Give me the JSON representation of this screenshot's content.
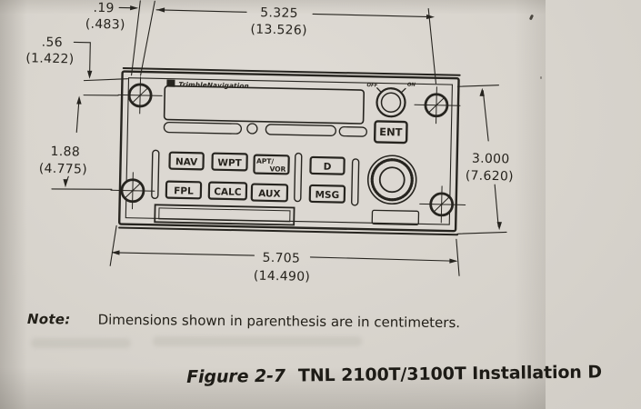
{
  "drawing": {
    "brand": "TrimbleNavigation",
    "power": {
      "off": "OFF",
      "on": "ON"
    },
    "keys": {
      "ent": "ENT",
      "nav": "NAV",
      "wpt": "WPT",
      "apt_top": "APT/",
      "apt_bottom": "VOR",
      "d": "D",
      "fpl": "FPL",
      "calc": "CALC",
      "aux": "AUX",
      "msg": "MSG"
    },
    "dims": {
      "flange_in": ".19",
      "flange_cm": "(.483)",
      "body_width_in": "5.325",
      "body_width_cm": "(13.526)",
      "screw_top_in": ".56",
      "screw_top_cm": "(1.422)",
      "screw_span_in": "1.88",
      "screw_span_cm": "(4.775)",
      "height_in": "3.000",
      "height_cm": "(7.620)",
      "face_width_in": "5.705",
      "face_width_cm": "(14.490)"
    }
  },
  "note": {
    "label": "Note:",
    "text": "Dimensions shown in parenthesis are in centimeters."
  },
  "caption": {
    "label": "Figure 2-7",
    "title": "TNL 2100T/3100T Installation D"
  },
  "colors": {
    "paper": "#d8d4cd",
    "ink": "#26241f"
  }
}
